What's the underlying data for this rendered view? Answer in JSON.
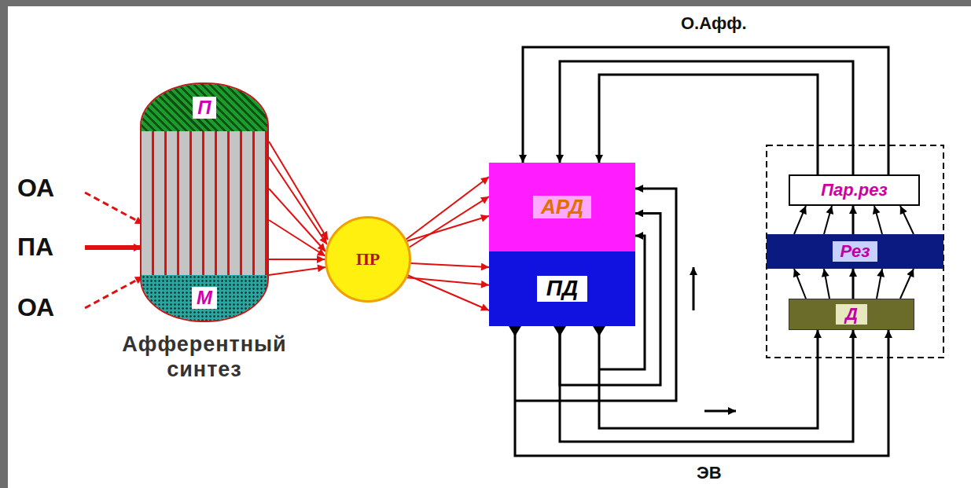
{
  "diagram": {
    "nodes": [
      {
        "text": [
          "Афферентный синтез"
        ]
      },
      {
        "text": [
          "П"
        ],
        "in": 0
      },
      {
        "text": [
          "М"
        ],
        "in": 0
      },
      {
        "text": [
          "ПР"
        ]
      },
      {
        "text": [
          "АРД"
        ]
      },
      {
        "text": [
          "ПД"
        ]
      },
      {
        "text": [
          "Пар.рез"
        ]
      },
      {
        "text": [
          "Рез"
        ]
      },
      {
        "text": [
          "Д"
        ]
      }
    ],
    "edges": [
      {
        "from": 0,
        "to": 3,
        "arrow": "to"
      },
      {
        "from": 3,
        "to": 4,
        "arrow": "to"
      },
      {
        "from": 3,
        "to": 5,
        "arrow": "to"
      },
      {
        "from": 5,
        "to": 4,
        "arrow": "to"
      },
      {
        "from": 5,
        "to": 8,
        "label": "ЭВ",
        "arrow": "to"
      },
      {
        "from": 8,
        "to": 7,
        "arrow": "to"
      },
      {
        "from": 7,
        "to": 6,
        "arrow": "to"
      },
      {
        "from": 6,
        "to": 4,
        "label": "О.Афф.",
        "arrow": "to"
      }
    ],
    "labels": [
      "ОА",
      "ПА",
      "ОА"
    ]
  }
}
